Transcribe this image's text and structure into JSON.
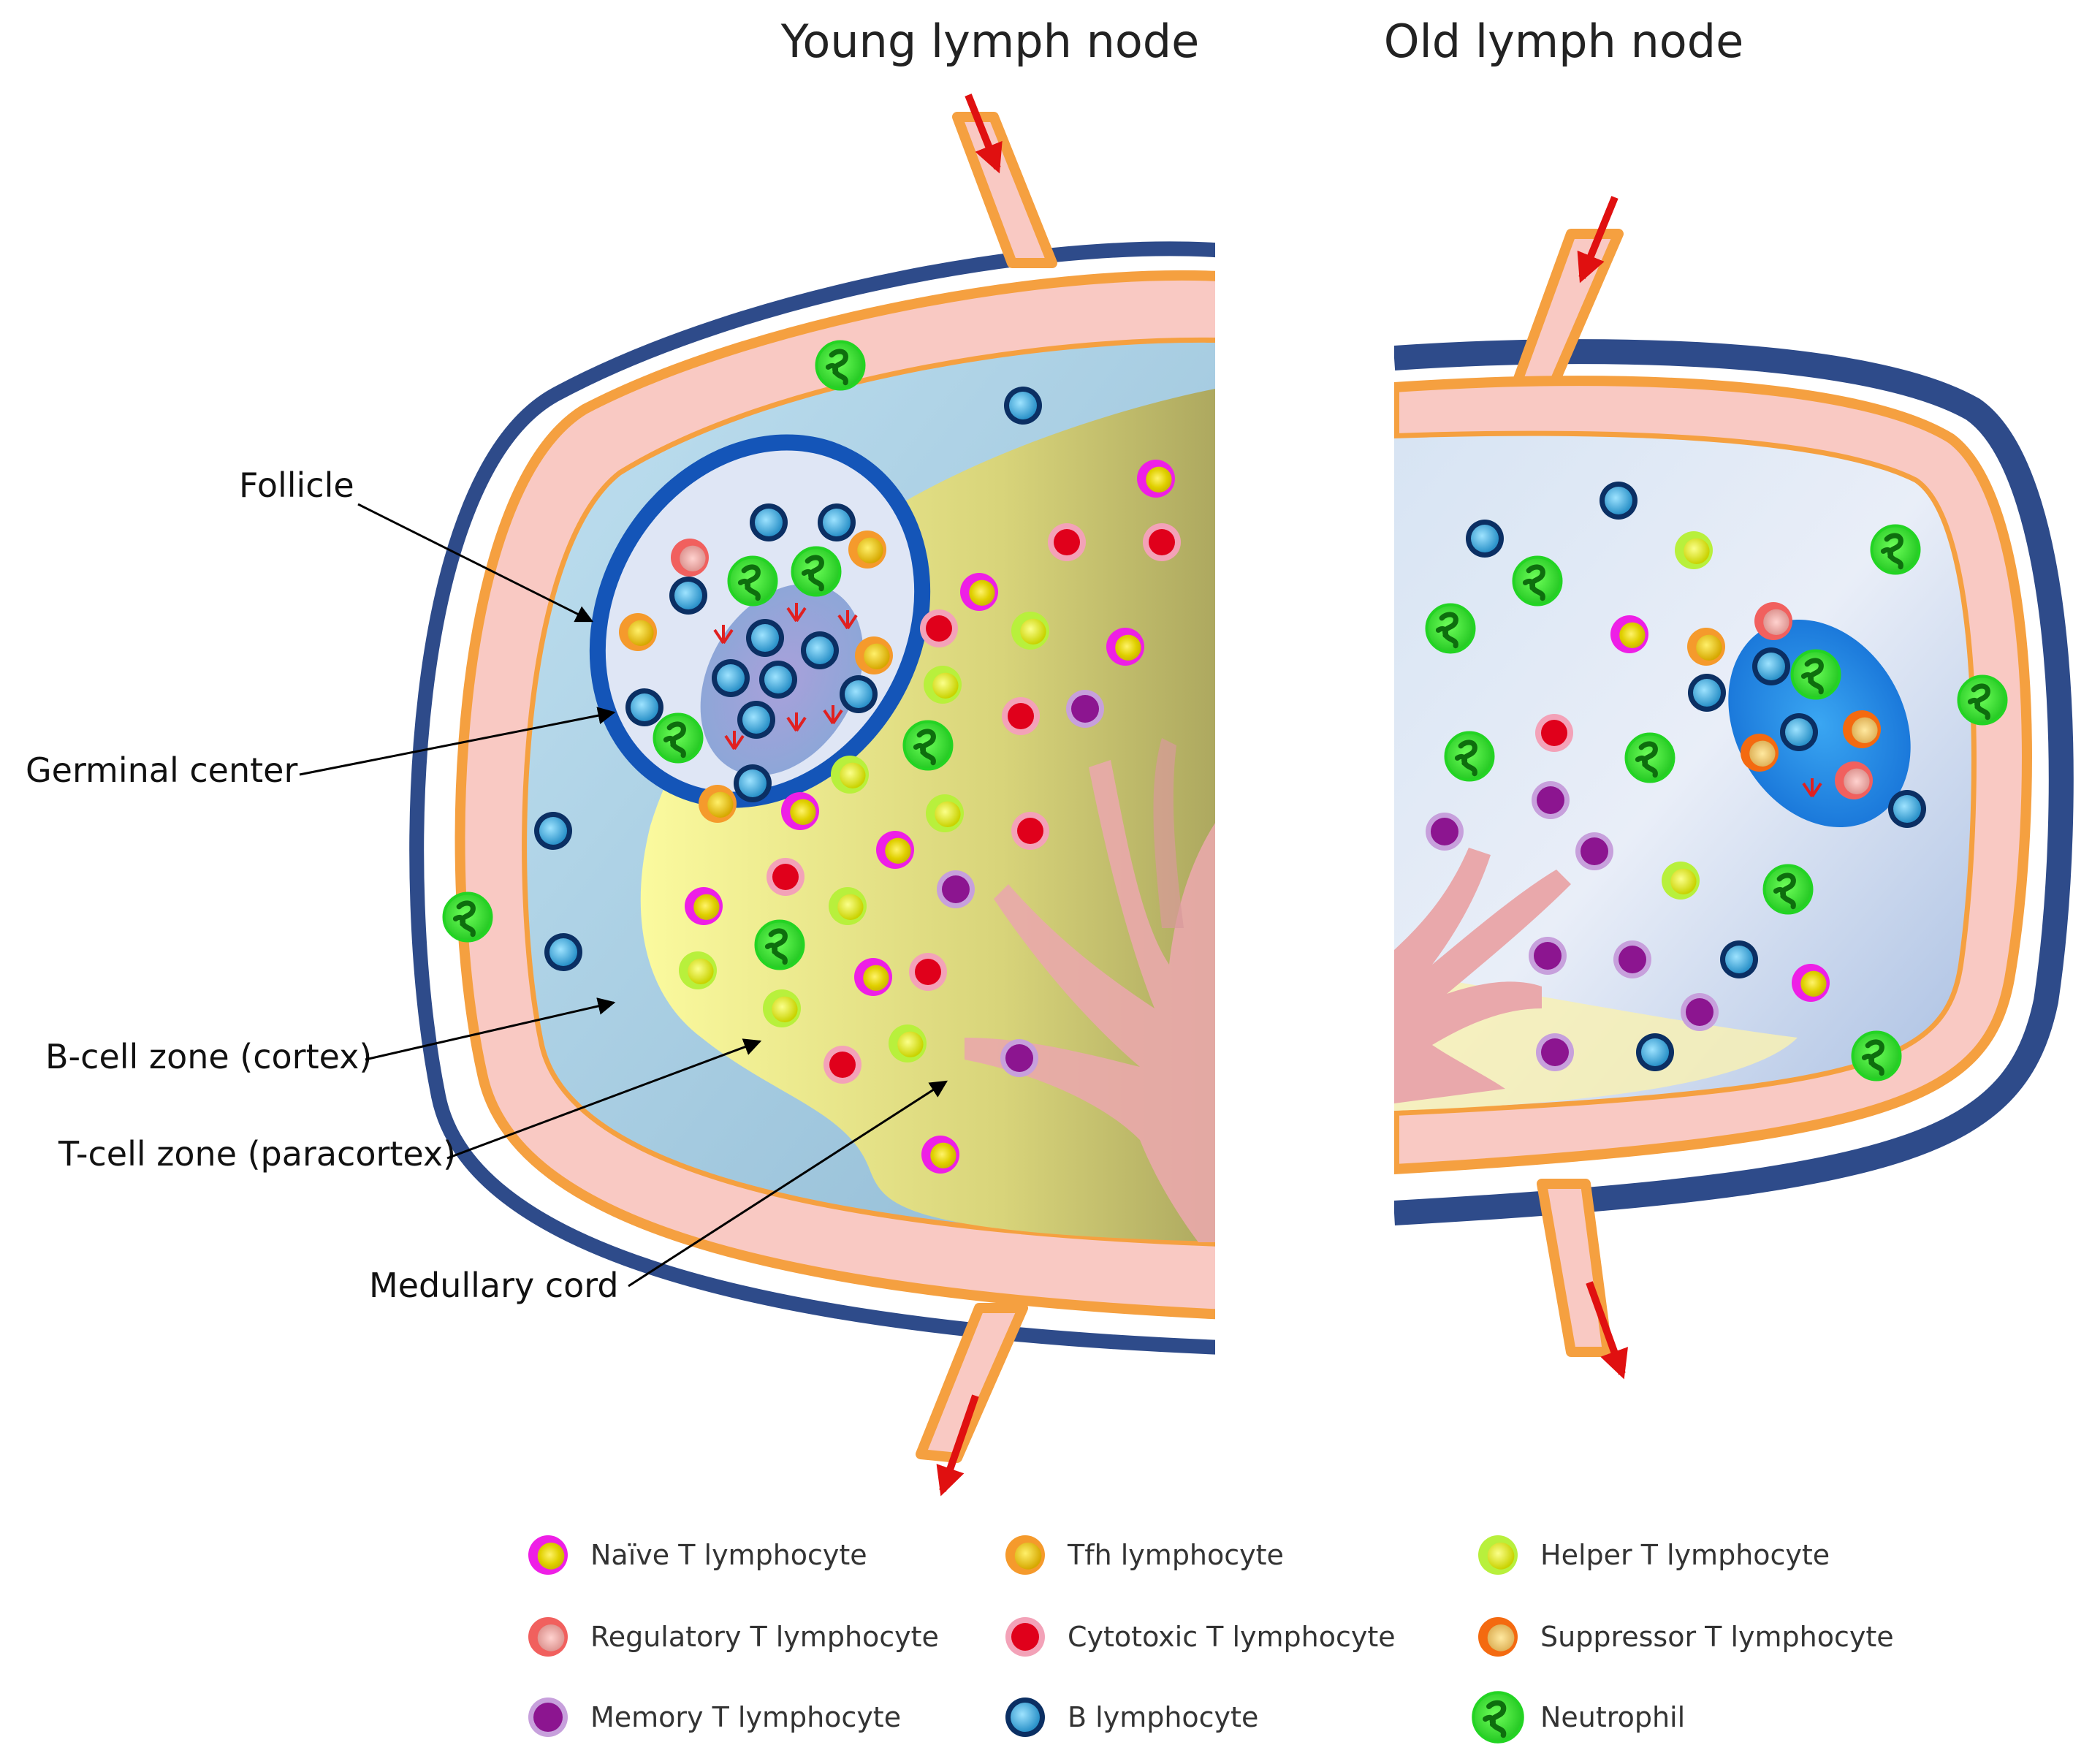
{
  "titles": {
    "young": "Young lymph node",
    "old": "Old lymph node"
  },
  "labels": {
    "follicle": "Follicle",
    "germinal_center": "Germinal center",
    "b_cell_zone": "B-cell zone (cortex)",
    "t_cell_zone": "T-cell zone (paracortex)",
    "medullary_cord": "Medullary cord"
  },
  "legend": [
    {
      "label": "Naïve T lymphocyte",
      "cell": "naive"
    },
    {
      "label": "Tfh lymphocyte",
      "cell": "tfh"
    },
    {
      "label": "Helper T lymphocyte",
      "cell": "helper"
    },
    {
      "label": "Regulatory T lymphocyte",
      "cell": "regulatory"
    },
    {
      "label": "Cytotoxic T lymphocyte",
      "cell": "cytotoxic"
    },
    {
      "label": "Suppressor T lymphocyte",
      "cell": "suppressor"
    },
    {
      "label": "Memory T lymphocyte",
      "cell": "memory"
    },
    {
      "label": "B lymphocyte",
      "cell": "b"
    },
    {
      "label": "Neutrophil",
      "cell": "neutrophil"
    }
  ],
  "colors": {
    "capsule": "#2e4b8a",
    "vessel_wall": "#f5a040",
    "vessel_fill": "#f9c9c3",
    "b_zone": "#a9cfe6",
    "t_zone": "#f4f29a",
    "medulla_cord": "#e9a8ab",
    "follicle_ring": "#1455b8",
    "arrow_flow": "#e01010"
  }
}
